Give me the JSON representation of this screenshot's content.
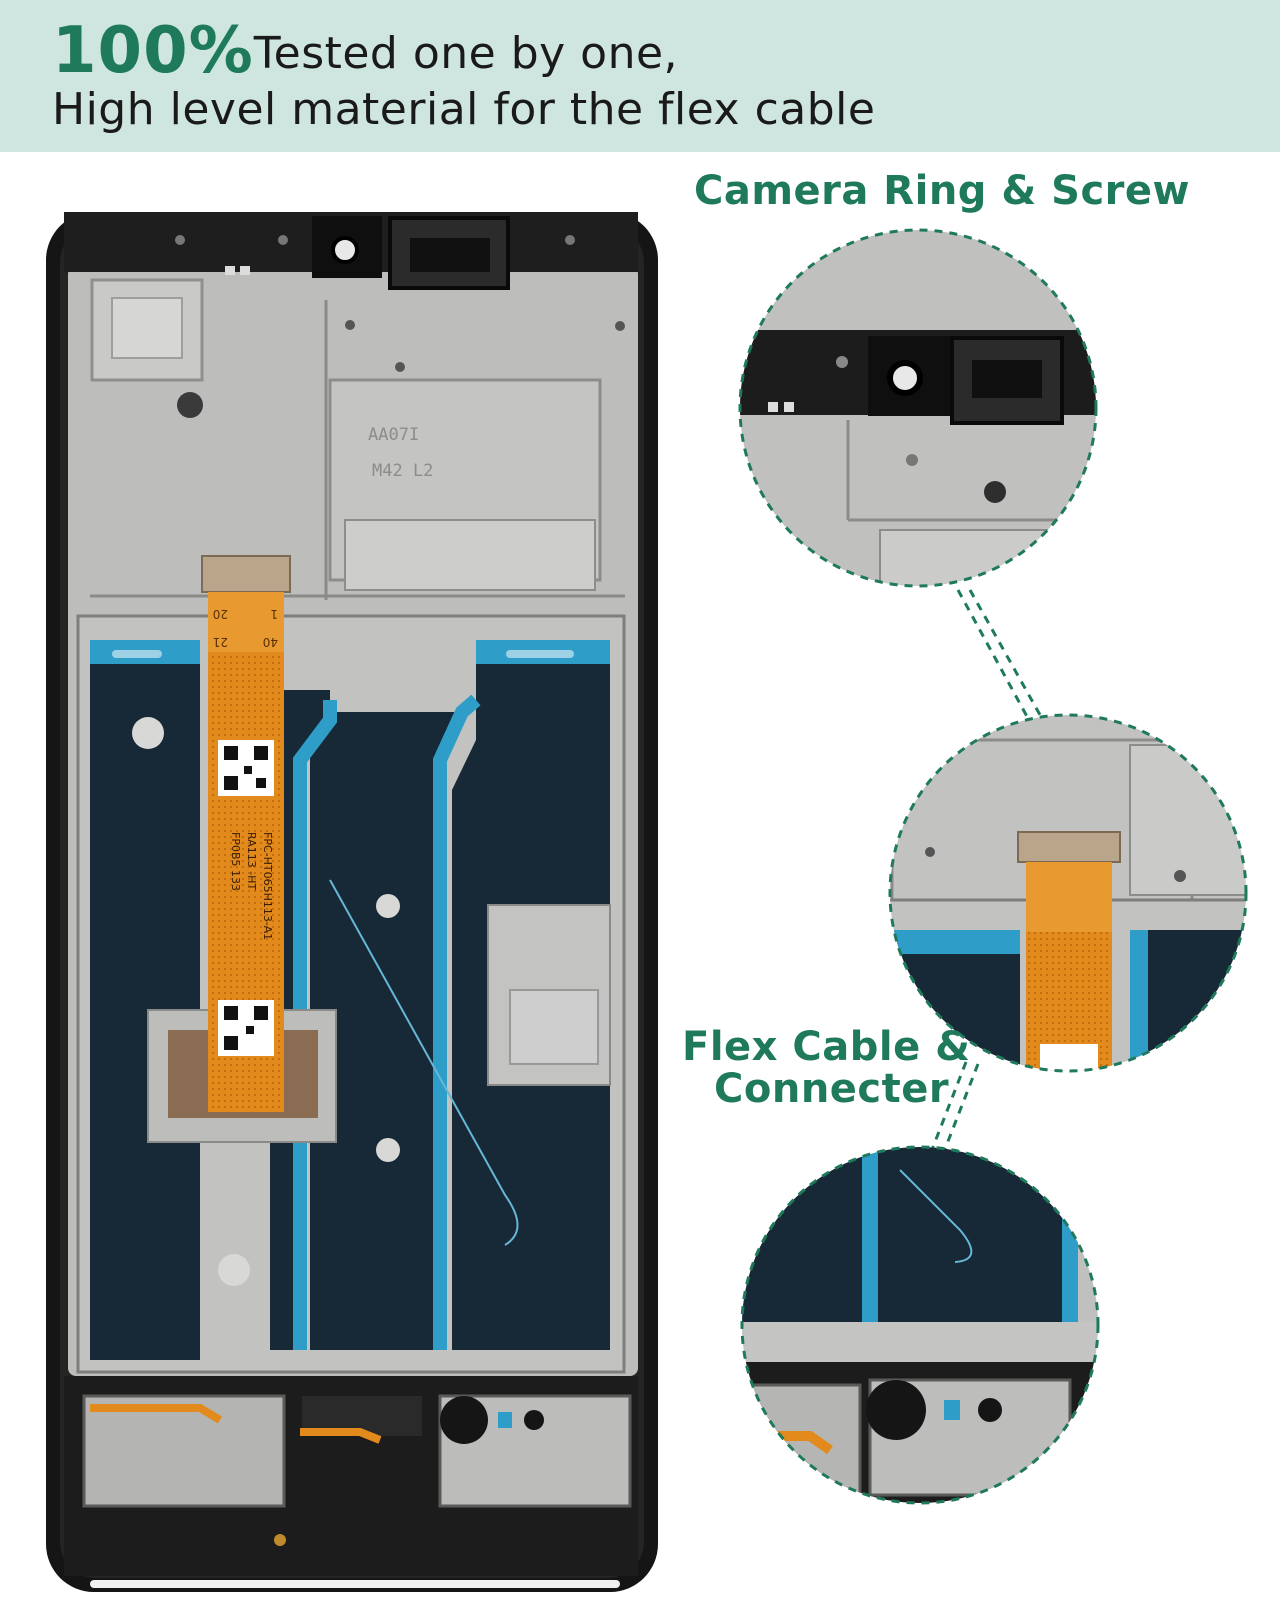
{
  "headline": {
    "highlight": "100%",
    "line1_rest": "Tested one by one,",
    "line2": "High level material for the flex cable"
  },
  "callouts": {
    "camera": "Camera Ring & Screw",
    "flex_line1": "Flex Cable &",
    "flex_line2": "Connecter"
  },
  "frame_markings": {
    "stamp1": "AA07I",
    "stamp2": "M42 L2"
  },
  "flex_markings": {
    "pin20": "20",
    "pin1": "1",
    "pin21": "21",
    "pin40": "40",
    "part1": "FPC-HT065H113-A1",
    "part2": "RA113 -HT",
    "part3": "FP0B5 133"
  },
  "colors": {
    "brand_green": "#1f7a5c",
    "header_bg": "#cfe6e0",
    "flex_orange": "#e28a1c",
    "film_blue": "#2e9ec9"
  },
  "icons": [
    "qr-code-icon"
  ]
}
